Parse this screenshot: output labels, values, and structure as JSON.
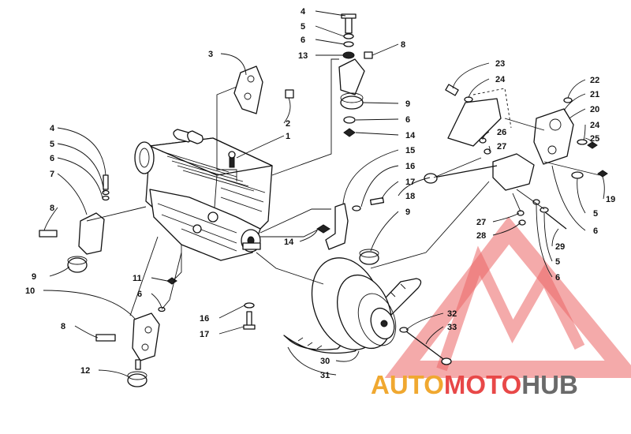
{
  "diagram": {
    "callouts": [
      {
        "id": "c4a",
        "text": "4"
      },
      {
        "id": "c5a",
        "text": "5"
      },
      {
        "id": "c6a",
        "text": "6"
      },
      {
        "id": "c8a",
        "text": "8"
      },
      {
        "id": "c13",
        "text": "13"
      },
      {
        "id": "c3",
        "text": "3"
      },
      {
        "id": "c2",
        "text": "2"
      },
      {
        "id": "c1",
        "text": "1"
      },
      {
        "id": "c9a",
        "text": "9"
      },
      {
        "id": "c6b",
        "text": "6"
      },
      {
        "id": "c14a",
        "text": "14"
      },
      {
        "id": "c15",
        "text": "15"
      },
      {
        "id": "c16a",
        "text": "16"
      },
      {
        "id": "c17a",
        "text": "17"
      },
      {
        "id": "c18",
        "text": "18"
      },
      {
        "id": "c9b",
        "text": "9"
      },
      {
        "id": "c14b",
        "text": "14"
      },
      {
        "id": "c23",
        "text": "23"
      },
      {
        "id": "c24a",
        "text": "24"
      },
      {
        "id": "c22",
        "text": "22"
      },
      {
        "id": "c21",
        "text": "21"
      },
      {
        "id": "c20",
        "text": "20"
      },
      {
        "id": "c24b",
        "text": "24"
      },
      {
        "id": "c25",
        "text": "25"
      },
      {
        "id": "c26",
        "text": "26"
      },
      {
        "id": "c27a",
        "text": "27"
      },
      {
        "id": "c19",
        "text": "19"
      },
      {
        "id": "c5b",
        "text": "5"
      },
      {
        "id": "c6c",
        "text": "6"
      },
      {
        "id": "c27b",
        "text": "27"
      },
      {
        "id": "c28",
        "text": "28"
      },
      {
        "id": "c29",
        "text": "29"
      },
      {
        "id": "c5c",
        "text": "5"
      },
      {
        "id": "c6d",
        "text": "6"
      },
      {
        "id": "c4b",
        "text": "4"
      },
      {
        "id": "c5d",
        "text": "5"
      },
      {
        "id": "c6e",
        "text": "6"
      },
      {
        "id": "c7",
        "text": "7"
      },
      {
        "id": "c8b",
        "text": "8"
      },
      {
        "id": "c9c",
        "text": "9"
      },
      {
        "id": "c11",
        "text": "11"
      },
      {
        "id": "c6f",
        "text": "6"
      },
      {
        "id": "c10",
        "text": "10"
      },
      {
        "id": "c8c",
        "text": "8"
      },
      {
        "id": "c12",
        "text": "12"
      },
      {
        "id": "c16b",
        "text": "16"
      },
      {
        "id": "c17b",
        "text": "17"
      },
      {
        "id": "c30",
        "text": "30"
      },
      {
        "id": "c31",
        "text": "31"
      },
      {
        "id": "c32",
        "text": "32"
      },
      {
        "id": "c33",
        "text": "33"
      }
    ]
  },
  "watermark": {
    "part1": "AUTO",
    "part2": "MOTO",
    "part3": "HUB",
    "color_orange": "#f0a830",
    "color_red": "#e84848",
    "color_gray": "#6a6a6a"
  }
}
